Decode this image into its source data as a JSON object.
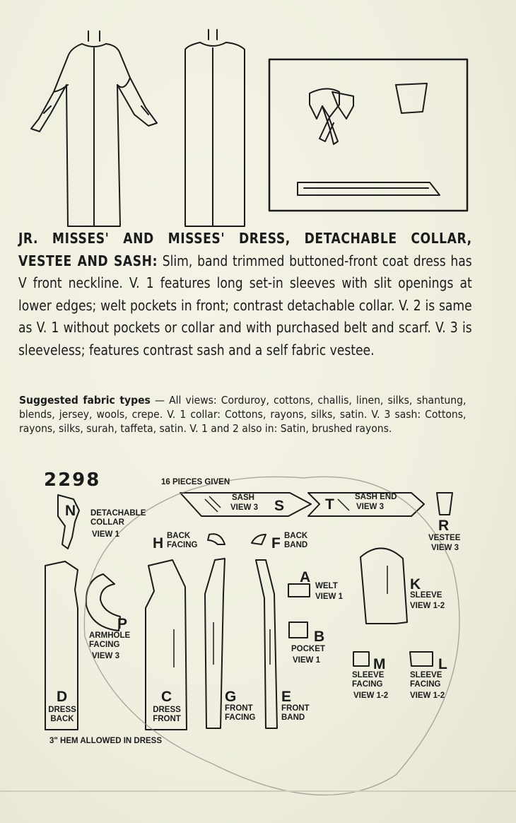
{
  "description": {
    "title": "JR. MISSES' AND MISSES' DRESS, DETACHABLE COLLAR, VESTEE AND SASH:",
    "body": "Slim, band trimmed buttoned-front coat dress has V front neckline. V. 1 features long set-in sleeves with slit openings at lower edges; welt pockets in front; contrast detachable collar. V. 2 is same as V. 1 without pockets or collar and with purchased belt and scarf. V. 3 is sleeveless; features contrast sash and a self fabric vestee."
  },
  "fabric": {
    "lead": "Suggested fabric types",
    "text": "— All views: Corduroy, cottons, challis, linen, silks, shantung, blends, jersey, wools, crepe. V. 1 collar: Cottons, rayons, silks, satin. V. 3 sash: Cottons, rayons, silks, surah, taffeta, satin. V. 1 and 2 also in: Satin, brushed rayons."
  },
  "pattern_number": "2298",
  "pieces_given": "16 PIECES GIVEN",
  "hem_note": "3\" HEM ALLOWED IN DRESS",
  "pieces": {
    "N": {
      "letter": "N",
      "name": "DETACHABLE COLLAR",
      "view": "VIEW 1"
    },
    "S": {
      "letter": "S",
      "name": "SASH",
      "view": "VIEW 3"
    },
    "T": {
      "letter": "T",
      "name": "SASH END",
      "view": "VIEW 3"
    },
    "R": {
      "letter": "R",
      "name": "VESTEE",
      "view": "VIEW 3"
    },
    "H": {
      "letter": "H",
      "name": "BACK FACING"
    },
    "F": {
      "letter": "F",
      "name": "BACK BAND"
    },
    "A": {
      "letter": "A",
      "name": "WELT",
      "view": "VIEW 1"
    },
    "K": {
      "letter": "K",
      "name": "SLEEVE",
      "view": "VIEW 1-2"
    },
    "P": {
      "letter": "P",
      "name": "ARMHOLE FACING",
      "view": "VIEW 3"
    },
    "B": {
      "letter": "B",
      "name": "POCKET",
      "view": "VIEW 1"
    },
    "M": {
      "letter": "M",
      "name": "SLEEVE FACING",
      "view": "VIEW 1-2"
    },
    "L": {
      "letter": "L",
      "name": "SLEEVE FACING",
      "view": "VIEW 1-2"
    },
    "D": {
      "letter": "D",
      "name": "DRESS BACK"
    },
    "C": {
      "letter": "C",
      "name": "DRESS FRONT"
    },
    "G": {
      "letter": "G",
      "name": "FRONT FACING"
    },
    "E": {
      "letter": "E",
      "name": "FRONT BAND"
    }
  }
}
